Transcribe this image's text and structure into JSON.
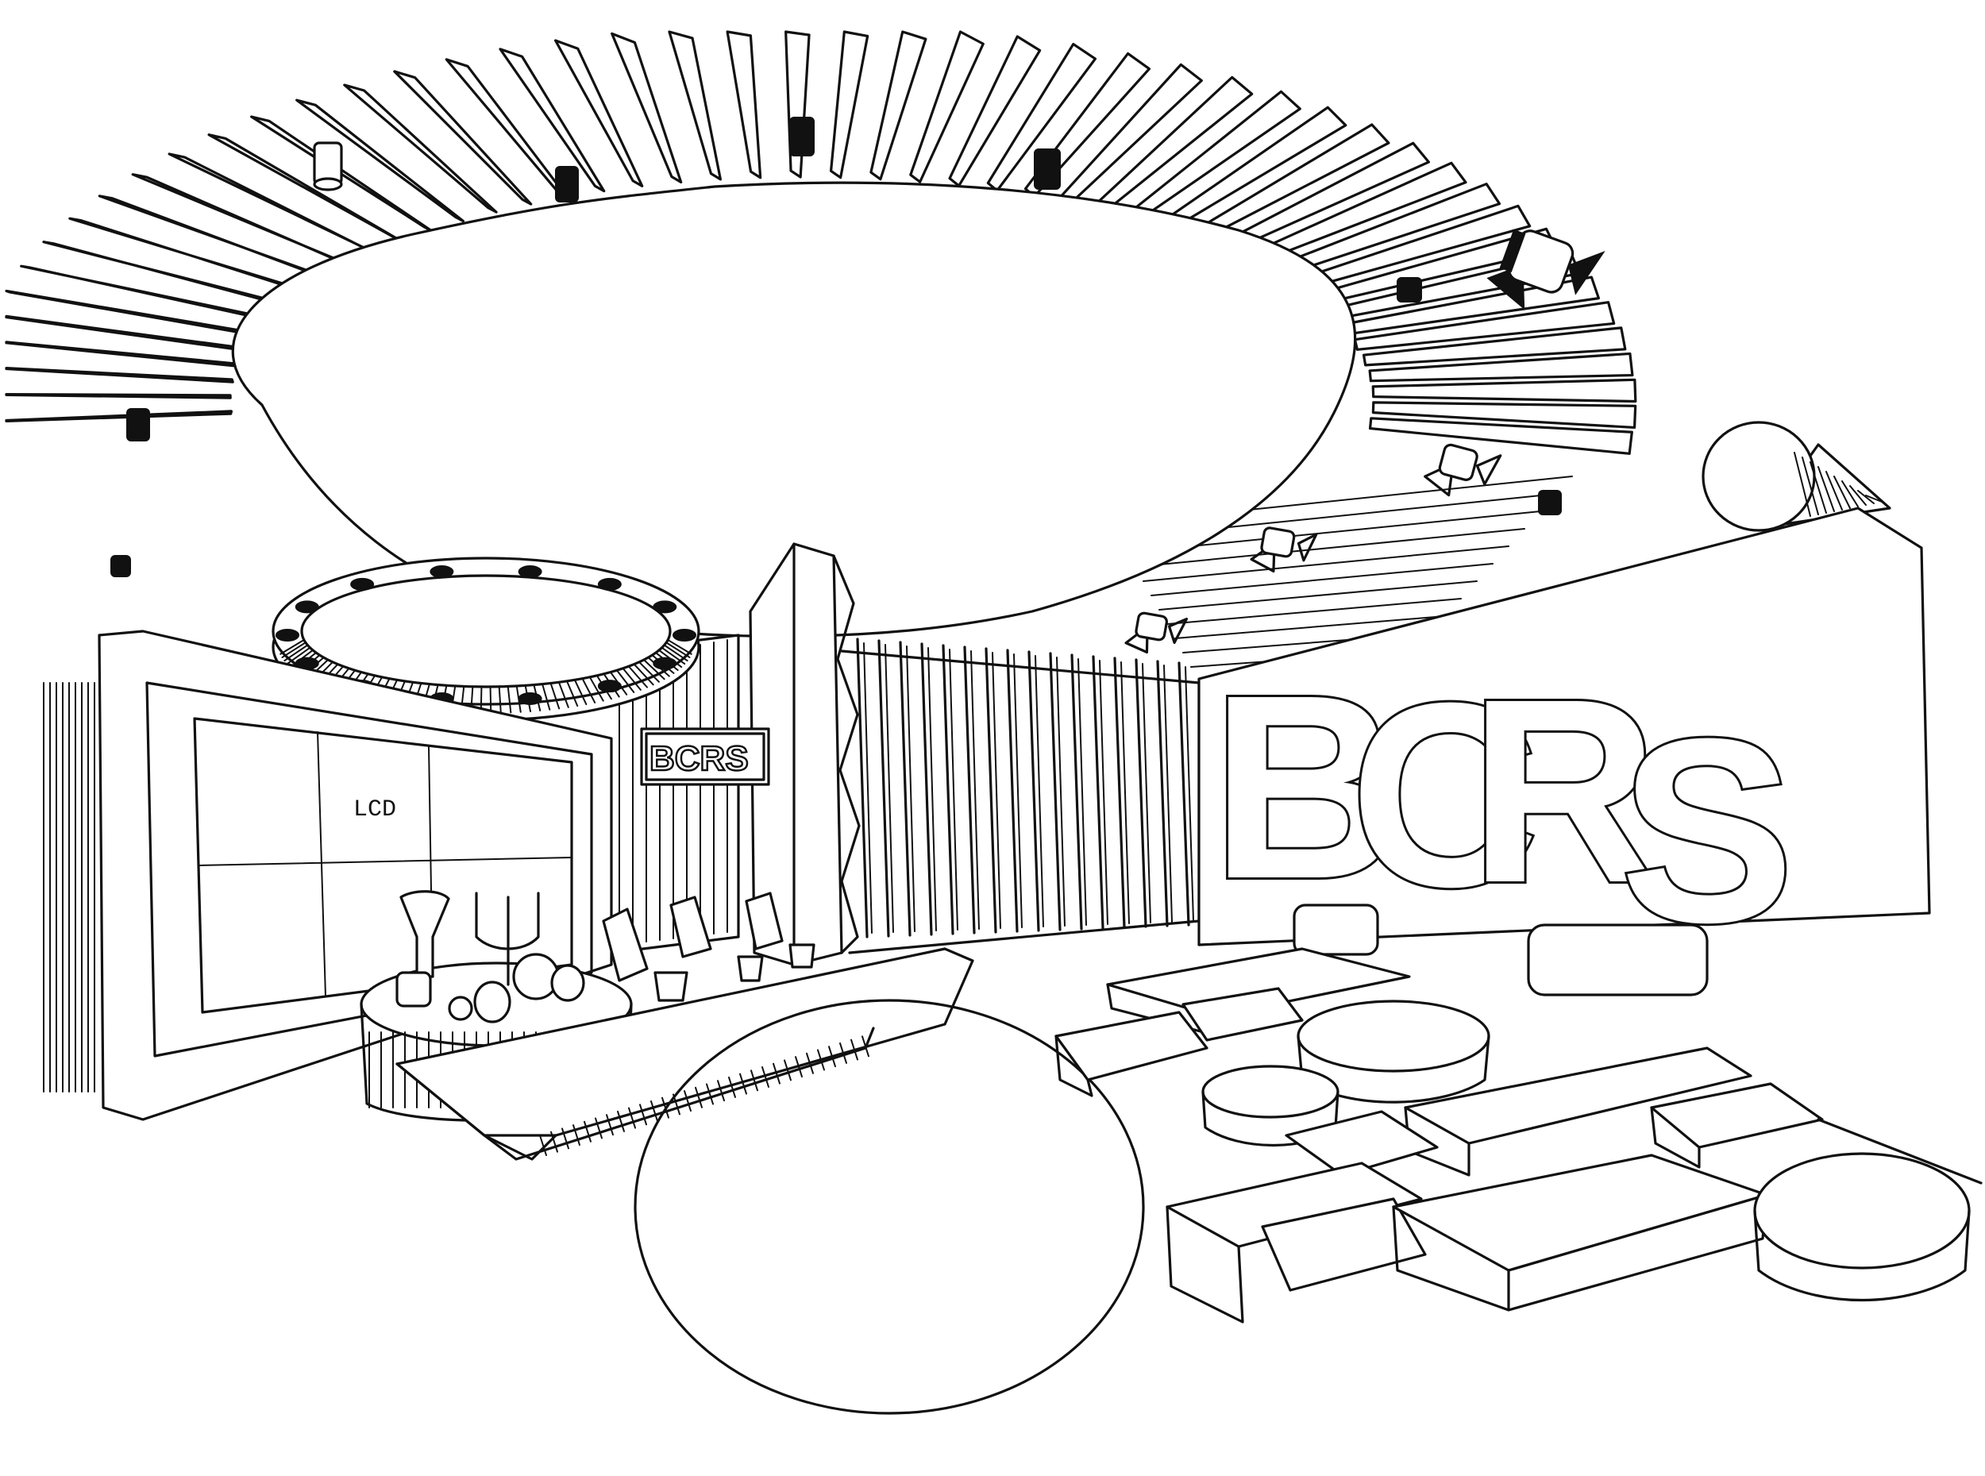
{
  "sketch": {
    "wall_screen_label": "LCD",
    "small_sign_text": "BCRS",
    "large_sign_letters": [
      "B",
      "C",
      "R",
      "S"
    ]
  },
  "colors": {
    "ink": "#111111",
    "paper": "#ffffff"
  }
}
